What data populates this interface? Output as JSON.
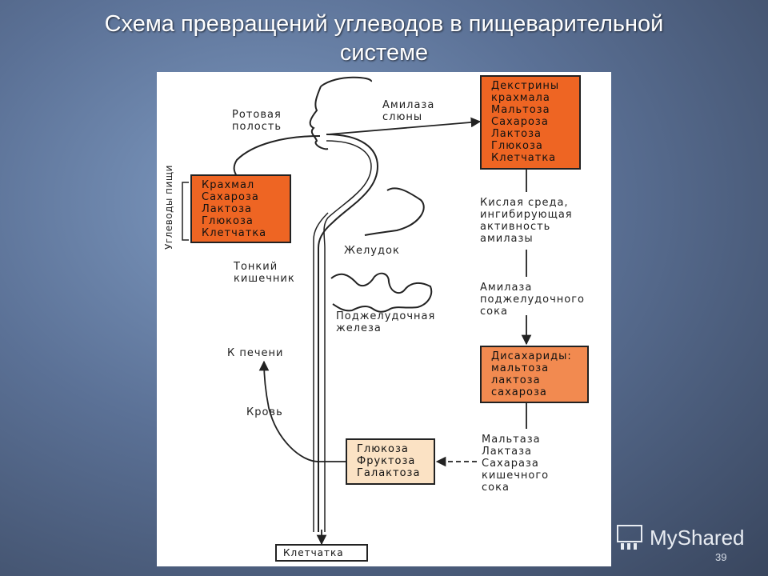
{
  "slide": {
    "title_line1": "Схема превращений углеводов в пищеварительной",
    "title_line2": "системе",
    "page_number": "39"
  },
  "diagram": {
    "mouth_label": [
      "Ротовая",
      "полость"
    ],
    "saliva_amylase_label": [
      "Амилаза",
      "слюны"
    ],
    "food_carbs_label": "Углеводы пищи",
    "food_carbs": [
      "Крахмал",
      "Сахароза",
      "Лактоза",
      "Глюкоза",
      "Клетчатка"
    ],
    "oral_products": [
      "Декстрины",
      "крахмала",
      "Мальтоза",
      "Сахароза",
      "Лактоза",
      "Глюкоза",
      "Клетчатка"
    ],
    "acid_label": [
      "Кислая среда,",
      "ингибирующая",
      "активность",
      "амилазы"
    ],
    "stomach_label": "Желудок",
    "small_intestine_label": [
      "Тонкий",
      "кишечник"
    ],
    "pancreas_label": [
      "Поджелудочная",
      "железа"
    ],
    "pancreatic_amylase_label": [
      "Амилаза",
      "поджелудочного",
      "сока"
    ],
    "disaccharides": [
      "Дисахариды:",
      "мальтоза",
      "лактоза",
      "сахароза"
    ],
    "intestinal_enzymes_label": [
      "Мальтаза",
      "Лактаза",
      "Сахараза",
      "кишечного",
      "сока"
    ],
    "monosaccharides": [
      "Глюкоза",
      "Фруктоза",
      "Галактоза"
    ],
    "to_liver_label": "К печени",
    "blood_label": "Кровь",
    "fiber_exit": "Клетчатка"
  },
  "branding": {
    "logo_text": "MyShared"
  },
  "colors": {
    "box_orange": "#ee6523",
    "box_light_orange": "#f28a50",
    "box_cream": "#fbe2c4"
  }
}
